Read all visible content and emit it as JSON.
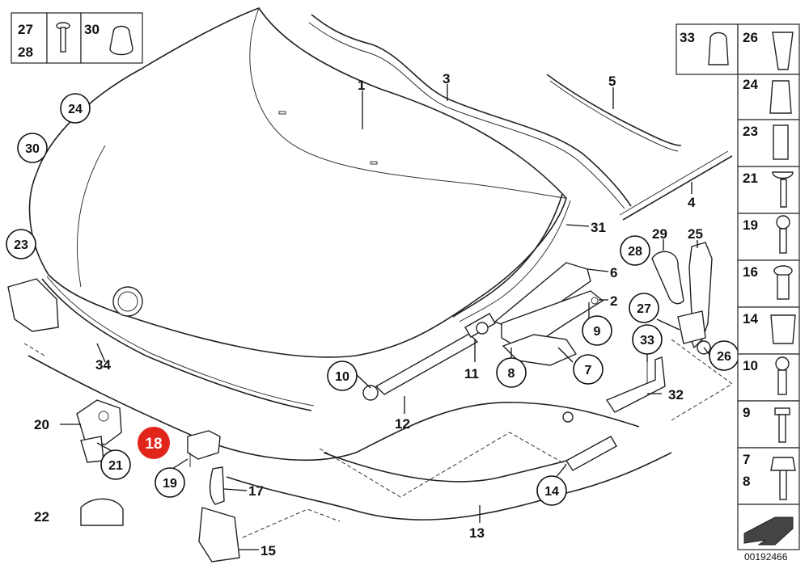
{
  "diagram": {
    "doc_number": "00192466",
    "highlighted_part": "18",
    "highlight_color": "#e1251b",
    "labels": {
      "p1": "1",
      "p2": "2",
      "p3": "3",
      "p4": "4",
      "p5": "5",
      "p6": "6",
      "p7": "7",
      "p8": "8",
      "p9": "9",
      "p10": "10",
      "p11": "11",
      "p12": "12",
      "p13": "13",
      "p14": "14",
      "p15": "15",
      "p17": "17",
      "p18": "18",
      "p19": "19",
      "p20": "20",
      "p21": "21",
      "p22": "22",
      "p23": "23",
      "p24": "24",
      "p25": "25",
      "p26": "26",
      "p27": "27",
      "p28": "28",
      "p29": "29",
      "p30": "30",
      "p31": "31",
      "p32": "32",
      "p33": "33",
      "p34": "34"
    },
    "legend_top_left": [
      "27",
      "28",
      "30"
    ],
    "legend_top_right": [
      "33",
      "26"
    ],
    "legend_right_column": [
      "24",
      "23",
      "21",
      "19",
      "16",
      "14",
      "10",
      "9",
      "7",
      "8"
    ]
  }
}
